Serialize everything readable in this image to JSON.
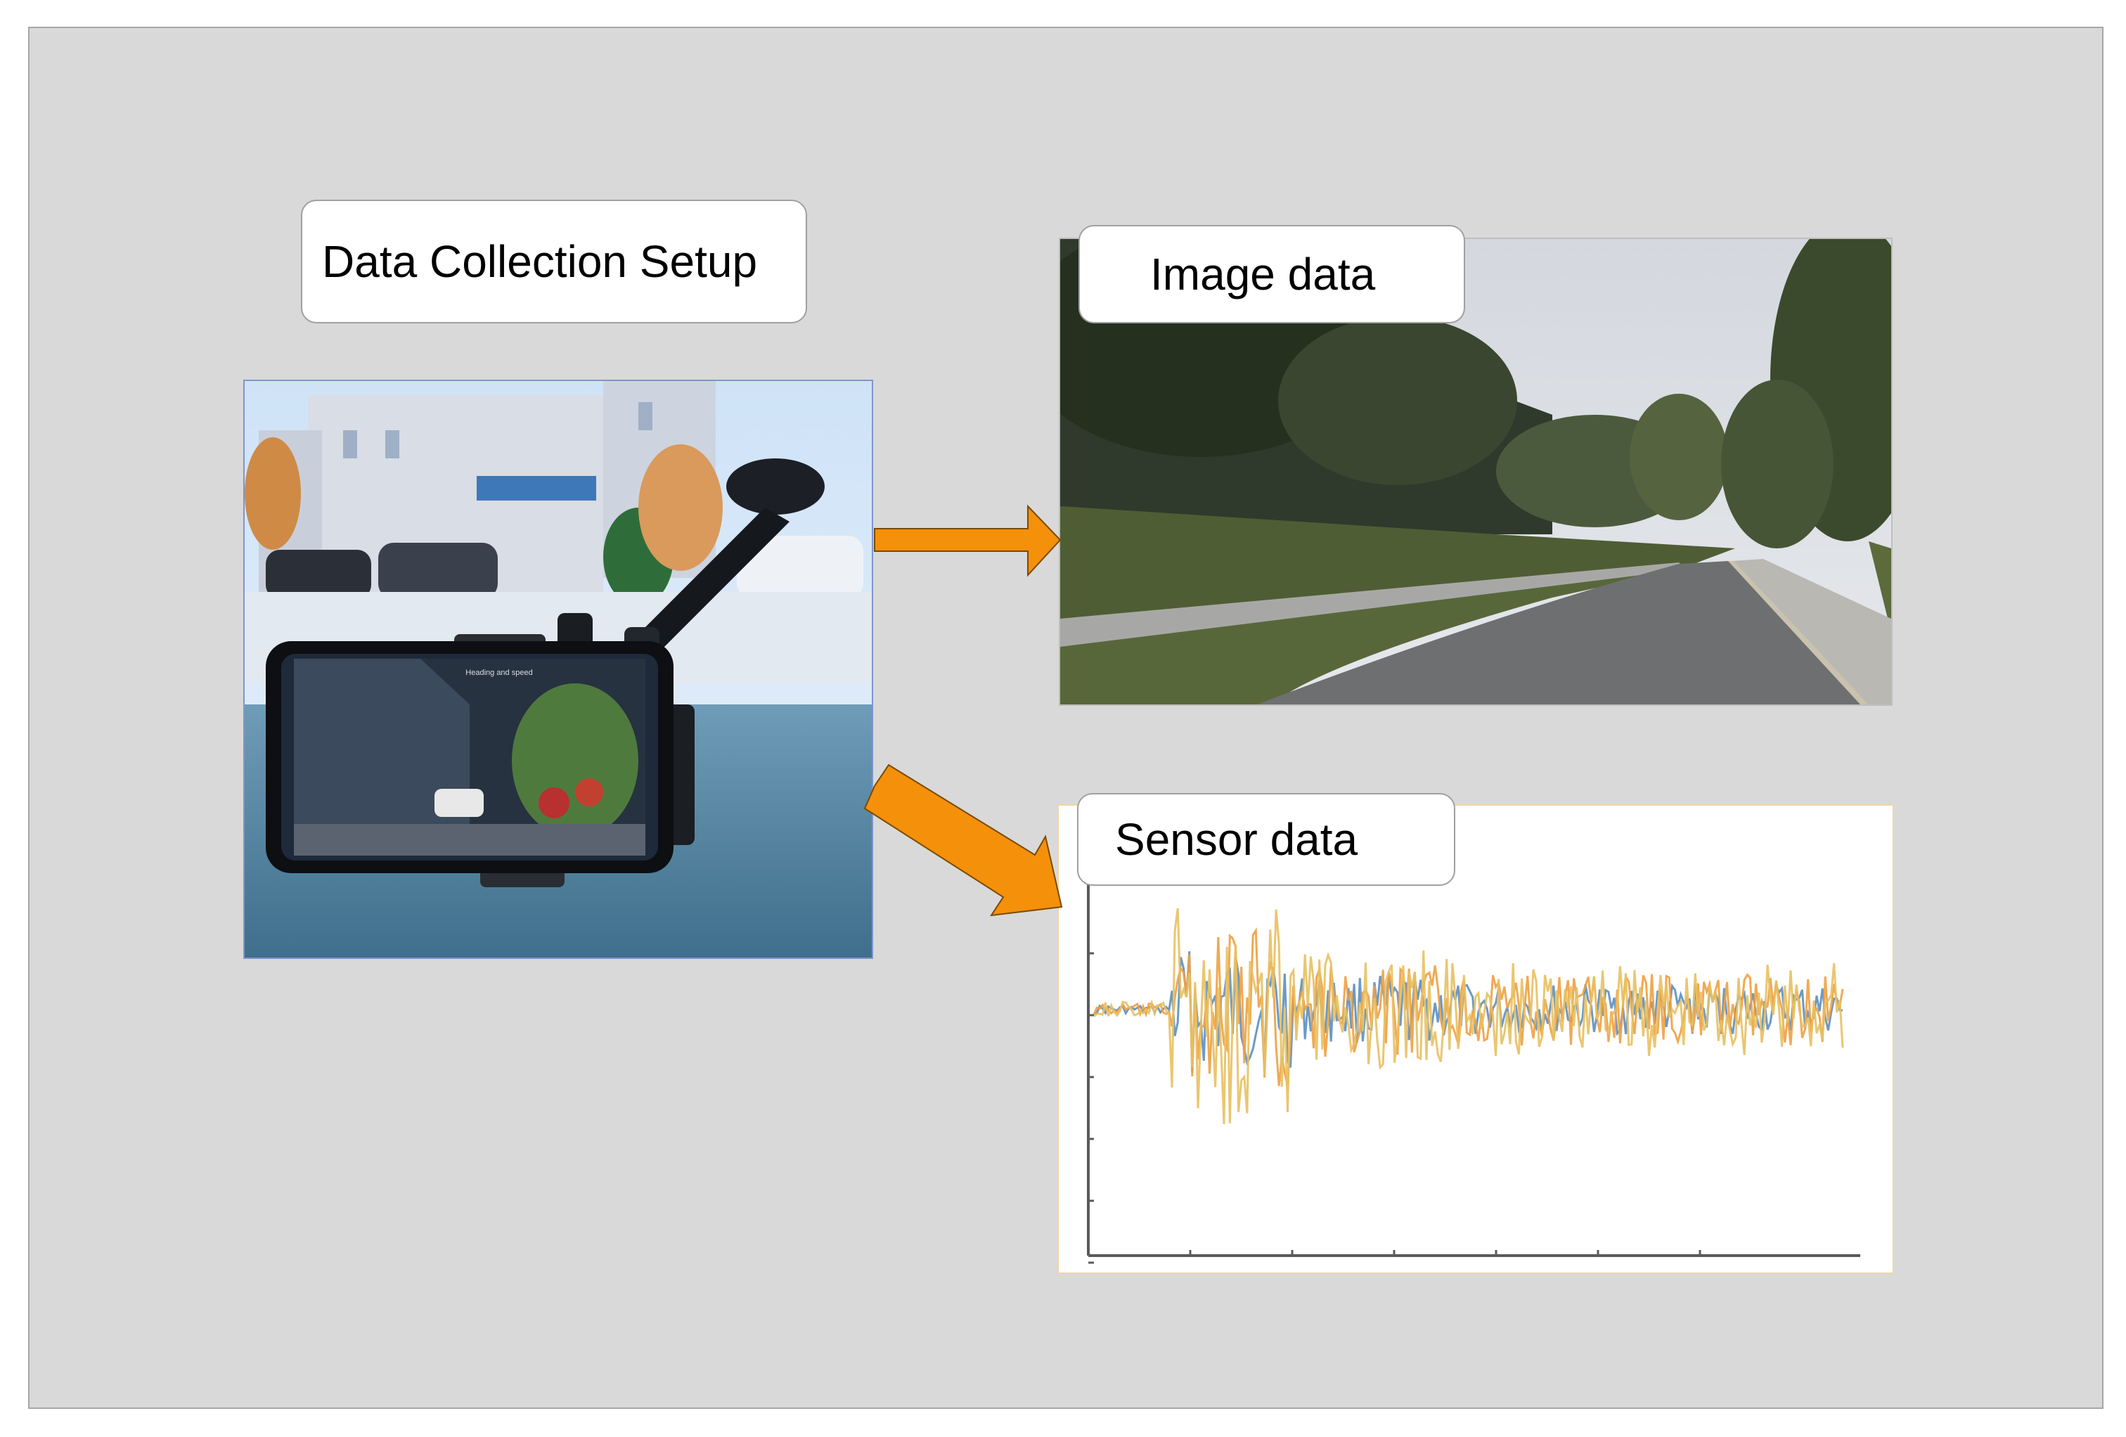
{
  "labels": {
    "setup": "Data Collection Setup",
    "image": "Image data",
    "sensor": "Sensor data"
  },
  "phone_screen_text": "Heading and speed",
  "colors": {
    "background": "#d9d9d9",
    "arrow": "#f5900a",
    "series_blue": "#5b8fc0",
    "series_orange": "#f0a040",
    "series_yellow": "#e8c060"
  },
  "chart_data": {
    "type": "line",
    "title": "",
    "xlabel": "",
    "ylabel": "",
    "grid": false,
    "legend": "none",
    "series_colors": [
      "#5b8fc0",
      "#f0a040",
      "#e8c060"
    ]
  }
}
